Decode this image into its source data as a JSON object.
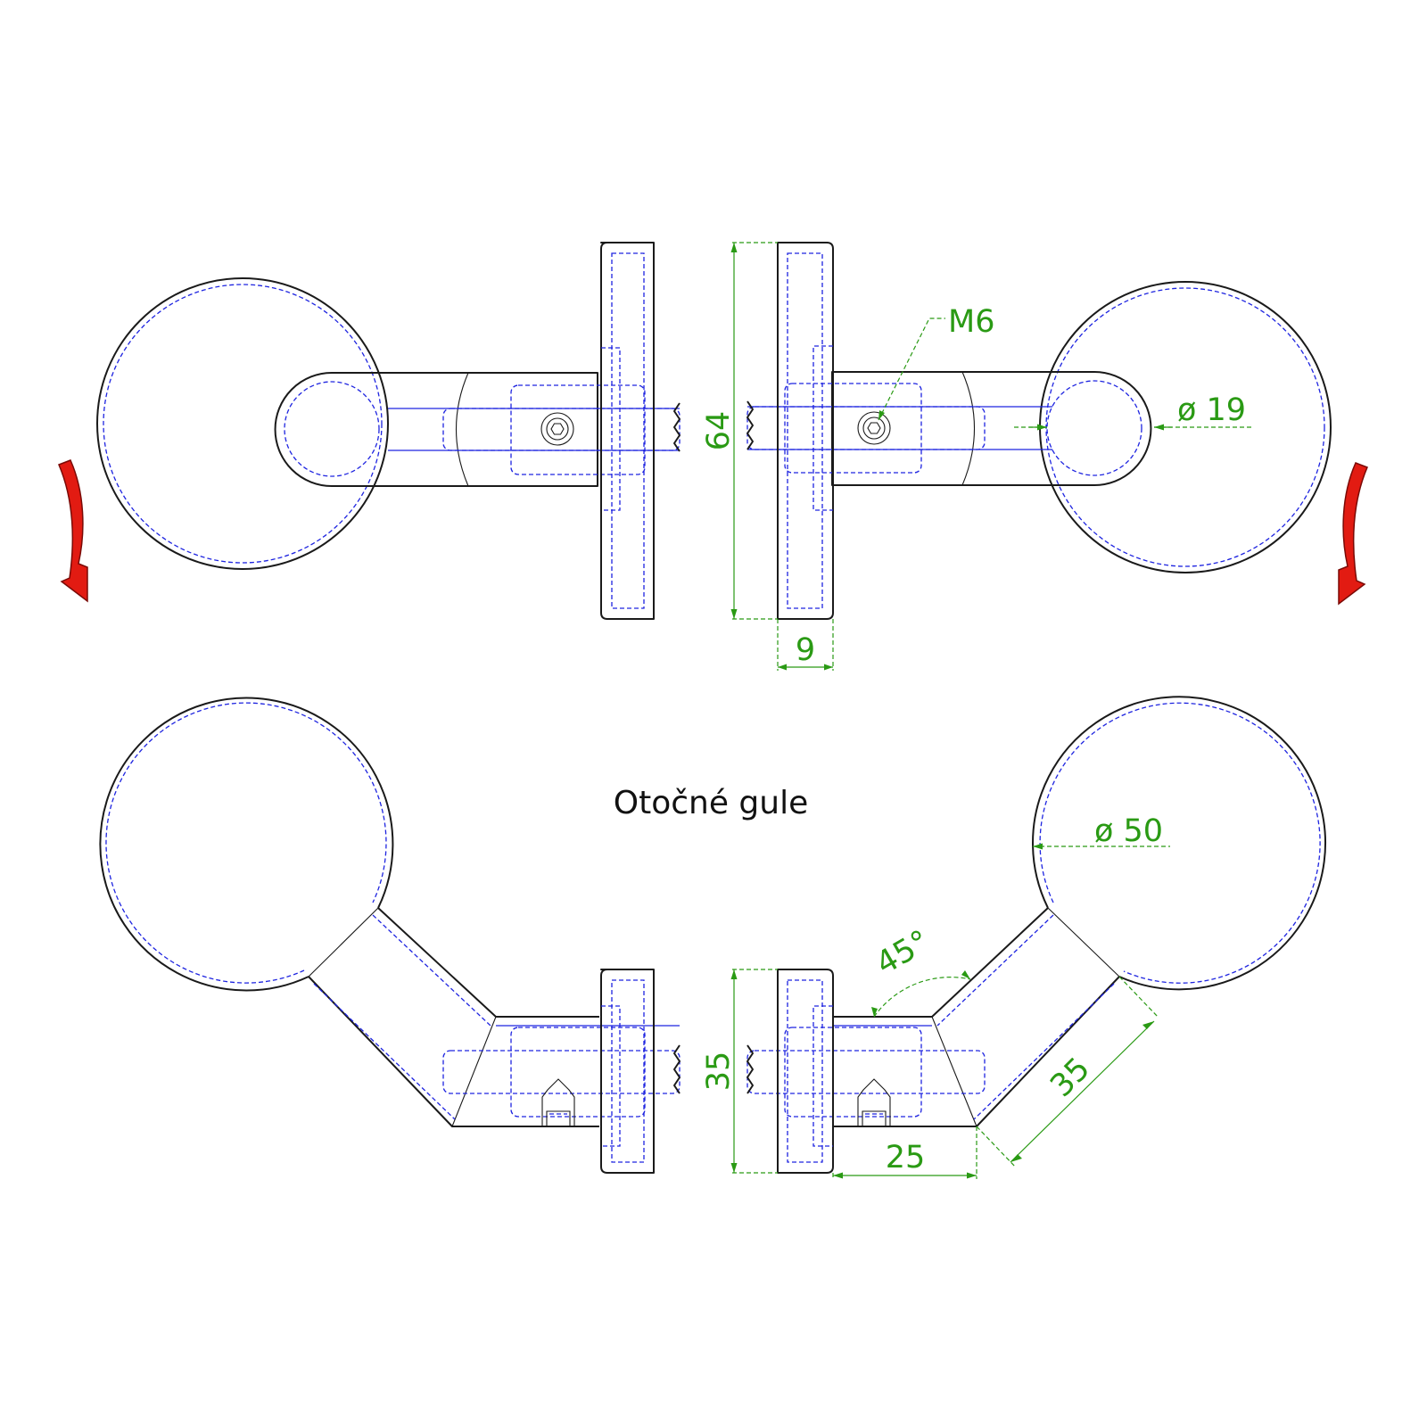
{
  "title": "Otočné gule",
  "dimensions": {
    "plate_height": "64",
    "plate_thickness": "9",
    "thread": "M6",
    "arm_diameter": "ø 19",
    "ball_diameter": "ø 50",
    "angle": "45°",
    "lower_plate_height": "35",
    "arm_offset": "25",
    "arm_length": "35"
  },
  "colors": {
    "outline": "#1a1a1a",
    "hidden_lines": "#1e24e0",
    "dimensions": "#2a9a14",
    "rotation_arrows": "#e21b12"
  },
  "icons": [
    "rotate-down-arrow-icon",
    "rotate-down-arrow-icon"
  ]
}
